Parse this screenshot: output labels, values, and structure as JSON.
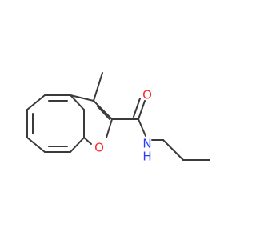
{
  "molecule": {
    "atoms": {
      "oxygen_ring": "O",
      "oxygen_carbonyl": "O",
      "nitrogen": "N",
      "hydrogen_on_n": "H"
    },
    "colors": {
      "bond": "#3a3a3a",
      "oxygen": "#ff2a2a",
      "nitrogen": "#2b3cff"
    }
  }
}
